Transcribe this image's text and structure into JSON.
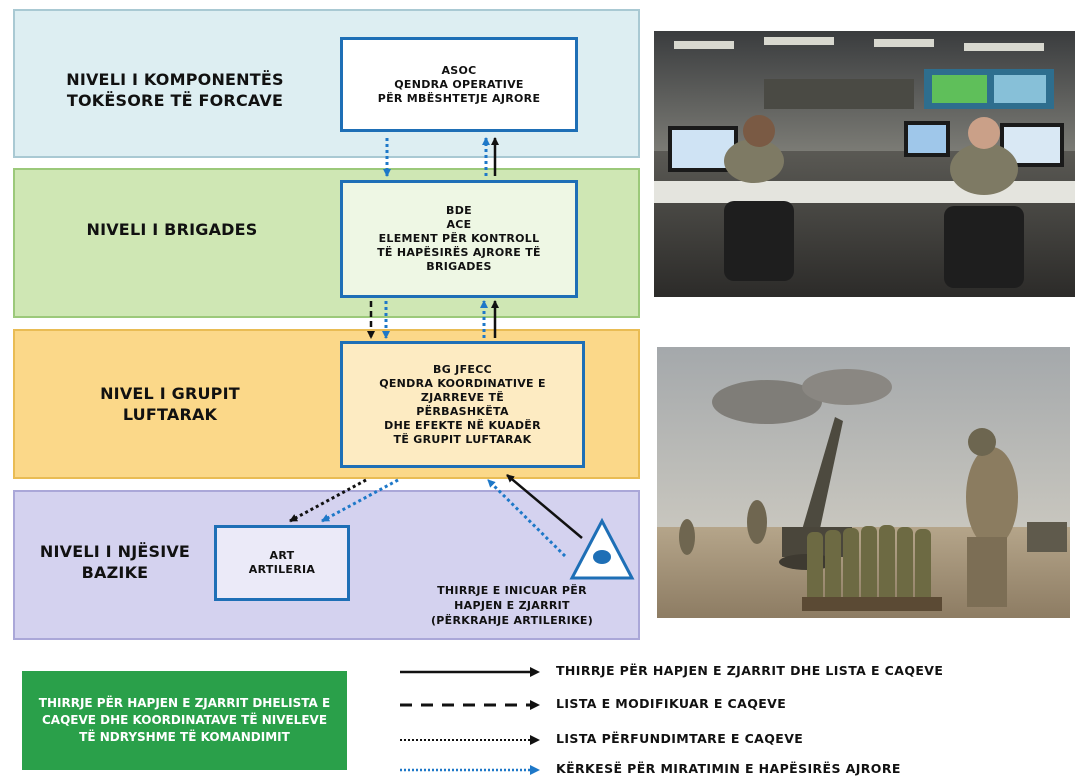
{
  "levels": {
    "component": {
      "title_line1": "NIVELI I KOMPONENTËS",
      "title_line2": "TOKËSORE TË FORCAVE",
      "fill": "#ddeef2",
      "border": "#a9c9d3"
    },
    "brigade": {
      "title": "NIVELI I BRIGADES",
      "fill": "#cfe7b4",
      "border": "#9cc97a"
    },
    "battlegroup": {
      "title_line1": "NIVEL I GRUPIT",
      "title_line2": "LUFTARAK",
      "fill": "#fbd889",
      "border": "#e9bc54"
    },
    "unit": {
      "title_line1": "NIVELI I NJËSIVE",
      "title_line2": "BAZIKE",
      "fill": "#d4d2ef",
      "border": "#aaa7d8"
    }
  },
  "boxes": {
    "asoc": [
      "ASOC",
      "QENDRA OPERATIVE",
      "PËR MBËSHTETJE AJRORE"
    ],
    "bde": [
      "BDE",
      "ACE",
      "ELEMENT PËR KONTROLL",
      "TË HAPËSIRËS AJRORE TË",
      "BRIGADES"
    ],
    "jfecc": [
      "BG  JFECC",
      "QENDRA KOORDINATIVE E",
      "ZJARREVE TË",
      "PËRBASHKËTA",
      "DHE EFEKTE NË KUADËR",
      "TË GRUPIT LUFTARAK"
    ],
    "art": [
      "ART",
      "ARTILERIA"
    ]
  },
  "observer_caption": [
    "THIRRJE E INICUAR PËR",
    "HAPJEN E ZJARRIT",
    "(PËRKRAHJE ARTILERIKE)"
  ],
  "legend": {
    "box_text": "THIRRJE PËR HAPJEN E ZJARRIT DHELISTA E CAQEVE DHE KOORDINATAVE TË NIVELEVE TË NDRYSHME TË KOMANDIMIT",
    "box_color": "#2aa04a",
    "items": [
      {
        "label": "THIRRJE PËR HAPJEN E ZJARRIT DHE LISTA E CAQEVE",
        "style": "solid",
        "color": "#111111"
      },
      {
        "label": "LISTA E MODIFIKUAR E CAQEVE",
        "style": "dashed",
        "color": "#111111"
      },
      {
        "label": "LISTA PËRFUNDIMTARE E CAQEVE",
        "style": "dotted",
        "color": "#111111"
      },
      {
        "label": "KËRKESË PËR MIRATIMIN E HAPËSIRËS AJRORE",
        "style": "dotted",
        "color": "#1e78c8"
      }
    ]
  },
  "colors": {
    "box_border": "#1e6fb6",
    "arrow_blue": "#1e78c8",
    "arrow_black": "#111111"
  },
  "images": {
    "operations_center": "photo-operations-center",
    "artillery": "photo-artillery-crew"
  }
}
